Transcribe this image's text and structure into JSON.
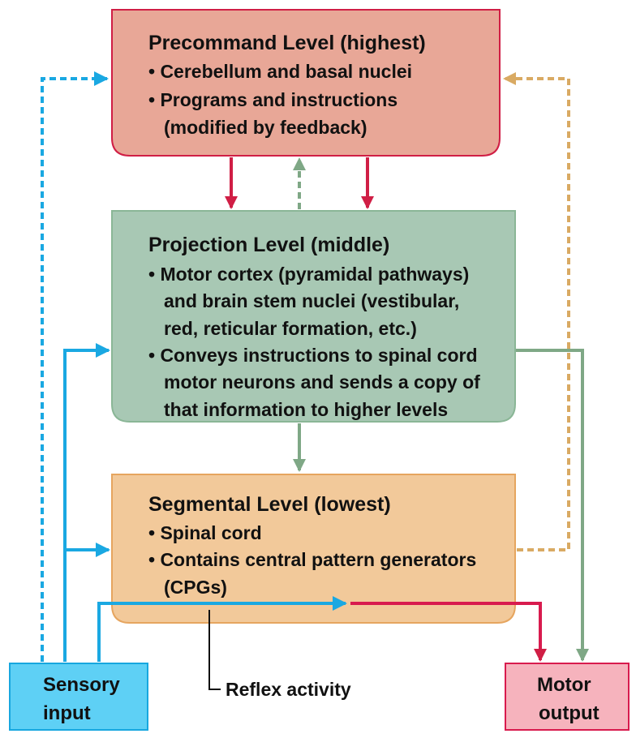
{
  "colors": {
    "precommand_fill": "#e8a797",
    "precommand_stroke": "#d01e45",
    "projection_fill": "#a8c8b4",
    "projection_stroke": "#8ab696",
    "segmental_fill": "#f2c99a",
    "segmental_stroke": "#e6a55f",
    "sensory_fill": "#5ed0f5",
    "sensory_stroke": "#17a7df",
    "motor_fill": "#f6b3bd",
    "motor_stroke": "#d81b4e",
    "blue_arrow": "#1aa8e2",
    "red_arrow": "#d01e45",
    "green_arrow": "#7fa886",
    "tan_arrow": "#d9aa63"
  },
  "precommand": {
    "title": "Precommand Level (highest)",
    "bullet1": "• Cerebellum and basal nuclei",
    "bullet2_line1": "• Programs and instructions",
    "bullet2_line2": "(modified by feedback)"
  },
  "projection": {
    "title": "Projection Level (middle)",
    "bullet1_line1": "• Motor cortex (pyramidal pathways)",
    "bullet1_line2": "and brain stem nuclei (vestibular,",
    "bullet1_line3": "red, reticular formation, etc.)",
    "bullet2_line1": "• Conveys instructions to spinal cord",
    "bullet2_line2": "motor neurons and sends a copy of",
    "bullet2_line3": "that information to higher levels"
  },
  "segmental": {
    "title": "Segmental Level (lowest)",
    "bullet1": "• Spinal cord",
    "bullet2_line1": "• Contains central pattern generators",
    "bullet2_line2": "(CPGs)"
  },
  "sensory": {
    "line1": "Sensory",
    "line2": "input"
  },
  "motor": {
    "line1": "Motor",
    "line2": "output"
  },
  "reflex_label": "Reflex activity",
  "icons": {
    "arrowhead": "triangle-arrowhead"
  }
}
